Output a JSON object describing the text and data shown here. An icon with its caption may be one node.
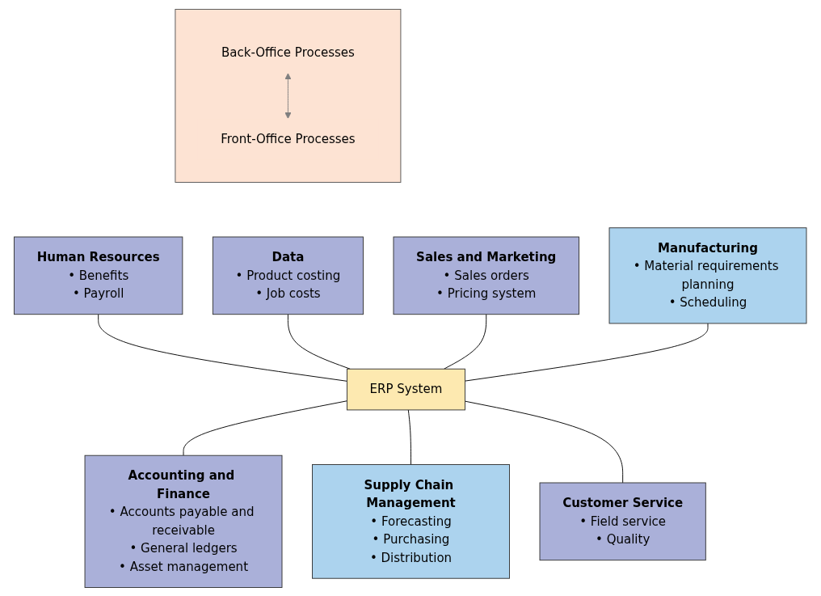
{
  "diagram": {
    "nodes": [
      {
        "text": [],
        "shape": "box"
      },
      {
        "text": [
          "Back-Office Processes"
        ],
        "in": 0
      },
      {
        "text": [
          "Front-Office Processes"
        ],
        "in": 0
      },
      {
        "text": [
          "Human Resources",
          "• Benefits",
          "• Payroll"
        ]
      },
      {
        "text": [
          "Data",
          "• Product costing",
          "• Job costs"
        ]
      },
      {
        "text": [
          "Sales and Marketing",
          "• Sales orders",
          "• Pricing system"
        ]
      },
      {
        "text": [
          "Manufacturing",
          "• Material requirements planning",
          "• Scheduling"
        ]
      },
      {
        "text": [
          "ERP System"
        ]
      },
      {
        "text": [
          "Accounting and Finance",
          "• Accounts payable and receivable",
          "• General ledgers",
          "• Asset management"
        ]
      },
      {
        "text": [
          "Supply Chain Management",
          "• Forecasting",
          "• Purchasing",
          "• Distribution"
        ]
      },
      {
        "text": [
          "Customer Service",
          "• Field service",
          "• Quality"
        ]
      }
    ],
    "edges": [
      {
        "from": 1,
        "to": 2,
        "arrow": "both",
        "color": "#7f7f7f"
      },
      {
        "from": 3,
        "to": 7,
        "arrow": "none"
      },
      {
        "from": 4,
        "to": 7,
        "arrow": "none"
      },
      {
        "from": 5,
        "to": 7,
        "arrow": "none"
      },
      {
        "from": 6,
        "to": 7,
        "arrow": "none"
      },
      {
        "from": 7,
        "to": 8,
        "arrow": "none"
      },
      {
        "from": 7,
        "to": 9,
        "arrow": "none"
      },
      {
        "from": 7,
        "to": 10,
        "arrow": "none"
      }
    ]
  }
}
